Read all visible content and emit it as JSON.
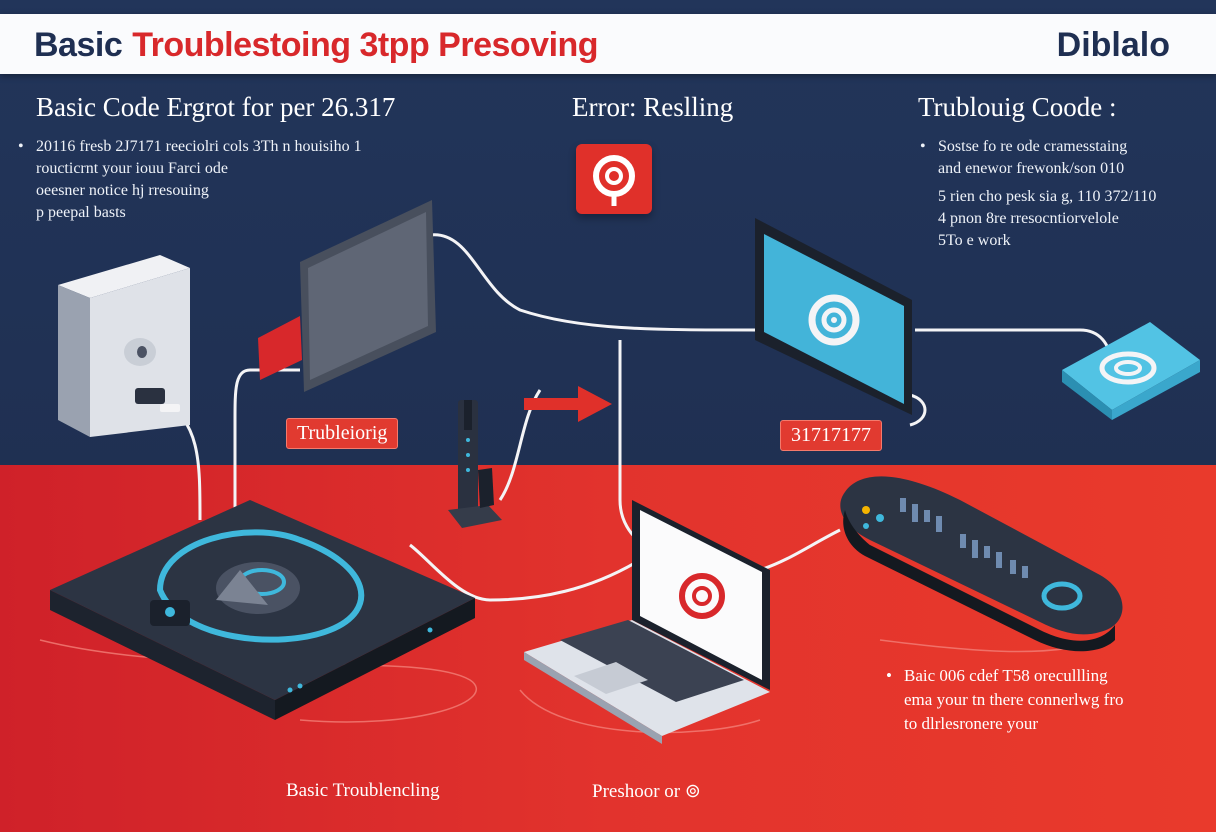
{
  "header": {
    "title_part1": "Basic",
    "title_part2": "Troublestoing 3tpp Presoving",
    "brand": "Diblalo"
  },
  "left_section": {
    "heading": "Basic Code Ergrot for per 26.317",
    "lines": [
      "20116 fresb 2J7171 reeciolri cols 3Th n houisiho 1",
      "roucticrnt your iouu Farci ode",
      "oeesner notice hj rresouing",
      "p peepal basts"
    ]
  },
  "center_section": {
    "heading": "Error: Reslling"
  },
  "right_section": {
    "heading": "Trublouig Coode :",
    "lines": [
      "Sostse fo re ode cramesstaing",
      "and enewor frewonk/son 010",
      "5 rien cho pesk sia g, 110 372/110",
      "4 pnon 8re rresocntiorvelole",
      "5To e work"
    ]
  },
  "labels": {
    "troubleshooting": "Trubleiorig",
    "code": "31717177"
  },
  "bottom_right": {
    "lines": [
      "Baic 006 cdef T58 orecullling",
      "ema your tn there connerlwg fro",
      "to dlrlesronere your"
    ]
  },
  "bottom_labels": {
    "left": "Basic Troublencling",
    "right": "Preshoor or ⊚"
  },
  "colors": {
    "navy": "#1e2e4a",
    "red": "#e0302a",
    "cyan": "#3fb8dc",
    "white": "#fafbfd"
  },
  "icons": [
    "pin-icon",
    "router-icon",
    "monitor-icon",
    "laptop-icon",
    "controller-icon",
    "server-icon",
    "arrow-icon"
  ]
}
